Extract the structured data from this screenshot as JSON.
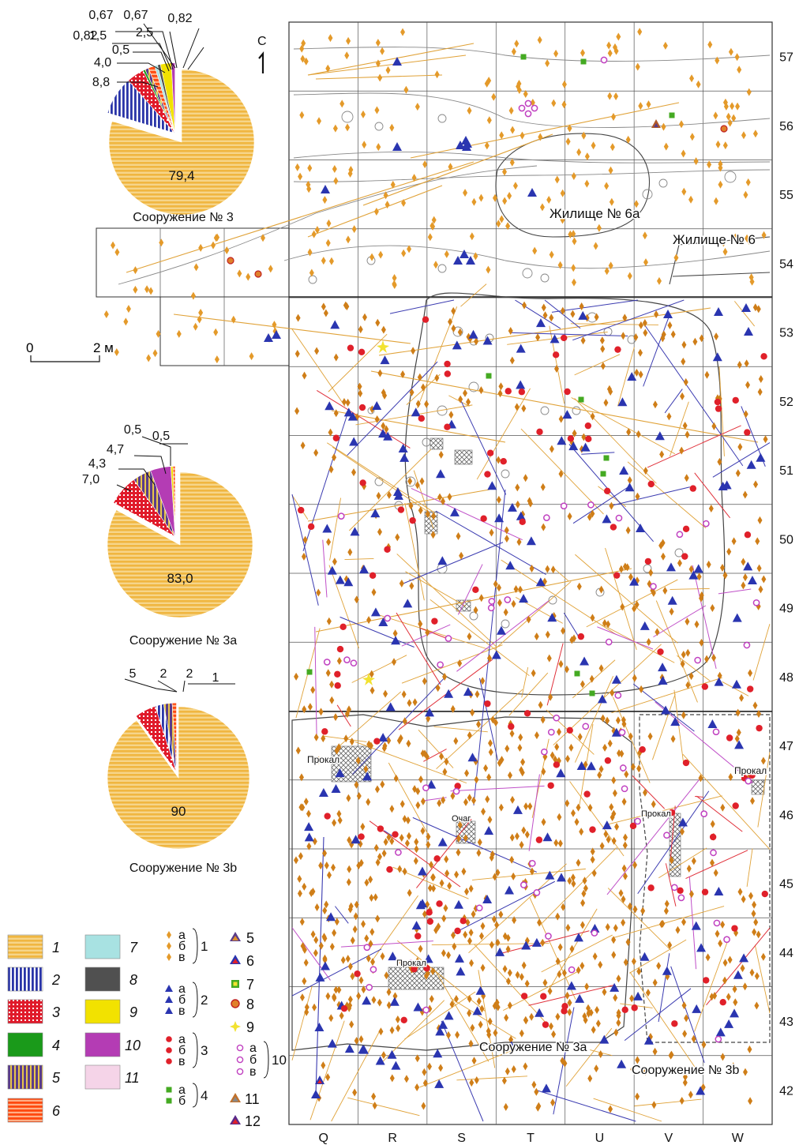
{
  "structures": [
    {
      "title": "Сооружение № 3",
      "center_label": "79,4",
      "slices": [
        {
          "label": "79,4",
          "value": 79.4,
          "color": "#f0b640",
          "pattern": "hlines-orange"
        },
        {
          "label": "8,8",
          "value": 8.8,
          "color": "#2a35a8",
          "pattern": "vlines-blue"
        },
        {
          "label": "4,0",
          "value": 4.0,
          "color": "#e01a2a",
          "pattern": "dots-red"
        },
        {
          "label": "0,5",
          "value": 0.5,
          "color": "#1a9a1a",
          "pattern": "solid-green"
        },
        {
          "label": "0,82",
          "value": 0.82,
          "color": "#6a4a8a",
          "pattern": "vlines-purple"
        },
        {
          "label": "1,5",
          "value": 1.5,
          "color": "#ff5a1a",
          "pattern": "hlines-red"
        },
        {
          "label": "0,67",
          "value": 0.67,
          "color": "#a8e2e2",
          "pattern": "solid-cyan"
        },
        {
          "label": "0,67",
          "value": 0.67,
          "color": "#505050",
          "pattern": "solid-dark"
        },
        {
          "label": "2,5",
          "value": 2.5,
          "color": "#f2e200",
          "pattern": "solid-yellow"
        },
        {
          "label": "0,82",
          "value": 0.82,
          "color": "#b43cb4",
          "pattern": "solid-magenta"
        }
      ]
    },
    {
      "title": "Сооружение № 3а",
      "center_label": "83,0",
      "slices": [
        {
          "label": "83,0",
          "value": 83.0,
          "color": "#f0b640",
          "pattern": "hlines-orange"
        },
        {
          "label": "7,0",
          "value": 7.0,
          "color": "#e01a2a",
          "pattern": "dots-red"
        },
        {
          "label": "4,3",
          "value": 4.3,
          "color": "#6a4a8a",
          "pattern": "vlines-purple"
        },
        {
          "label": "4,7",
          "value": 4.7,
          "color": "#b43cb4",
          "pattern": "solid-magenta"
        },
        {
          "label": "0,5",
          "value": 0.5,
          "color": "#f2e200",
          "pattern": "solid-yellow"
        },
        {
          "label": "0,5",
          "value": 0.5,
          "color": "#ff5a1a",
          "pattern": "hlines-red"
        }
      ]
    },
    {
      "title": "Сооружение № 3b",
      "center_label": "90",
      "slices": [
        {
          "label": "90",
          "value": 90,
          "color": "#f0b640",
          "pattern": "hlines-orange"
        },
        {
          "label": "5",
          "value": 5,
          "color": "#e01a2a",
          "pattern": "dots-red"
        },
        {
          "label": "2",
          "value": 2,
          "color": "#2a35a8",
          "pattern": "vlines-blue"
        },
        {
          "label": "2",
          "value": 2,
          "color": "#6a4a8a",
          "pattern": "vlines-purple"
        },
        {
          "label": "1",
          "value": 1,
          "color": "#ff5a1a",
          "pattern": "hlines-red"
        }
      ]
    }
  ],
  "map": {
    "north_label": "С",
    "scale": {
      "start": "0",
      "end": "2 м"
    },
    "columns": [
      "Q",
      "R",
      "S",
      "T",
      "U",
      "V",
      "W"
    ],
    "rows": [
      "57",
      "56",
      "55",
      "54",
      "53",
      "52",
      "51",
      "50",
      "49",
      "48",
      "47",
      "46",
      "45",
      "44",
      "43",
      "42"
    ],
    "labels": {
      "dwelling_6a": "Жилище № 6а",
      "dwelling_6": "Жилище № 6",
      "structure_3a": "Сооружение № 3а",
      "structure_3b": "Сооружение № 3b",
      "prokal": "Прокал",
      "ochag": "Очаг"
    }
  },
  "legend_swatches": [
    {
      "num": "1",
      "color": "#f0b640",
      "pattern": "hlines-orange"
    },
    {
      "num": "2",
      "color": "#2a35a8",
      "pattern": "vlines-blue"
    },
    {
      "num": "3",
      "color": "#e01a2a",
      "pattern": "dots-red"
    },
    {
      "num": "4",
      "color": "#1a9a1a",
      "pattern": "solid-green"
    },
    {
      "num": "5",
      "color": "#6a4a8a",
      "pattern": "vlines-purple"
    },
    {
      "num": "6",
      "color": "#ff5a1a",
      "pattern": "hlines-red"
    },
    {
      "num": "7",
      "color": "#a8e2e2",
      "pattern": "solid-cyan"
    },
    {
      "num": "8",
      "color": "#505050",
      "pattern": "solid-dark"
    },
    {
      "num": "9",
      "color": "#f2e200",
      "pattern": "solid-yellow"
    },
    {
      "num": "10",
      "color": "#b43cb4",
      "pattern": "solid-magenta"
    },
    {
      "num": "11",
      "color": "#f5d4e8",
      "pattern": "solid-pink"
    }
  ],
  "legend_symbols": [
    {
      "group": "1",
      "subs": [
        "а",
        "б",
        "в"
      ],
      "icon": "diamond-orange"
    },
    {
      "group": "2",
      "subs": [
        "а",
        "б",
        "в"
      ],
      "icon": "triangle-blue"
    },
    {
      "group": "3",
      "subs": [
        "а",
        "б",
        "в"
      ],
      "icon": "circle-red"
    },
    {
      "group": "4",
      "subs": [
        "а",
        "б"
      ],
      "icon": "square-green"
    },
    {
      "group": "5",
      "subs": [],
      "icon": "triangle-purple-orange"
    },
    {
      "group": "6",
      "subs": [],
      "icon": "triangle-blue-red"
    },
    {
      "group": "7",
      "subs": [],
      "icon": "square-green-yellow"
    },
    {
      "group": "8",
      "subs": [],
      "icon": "circle-orange-red"
    },
    {
      "group": "9",
      "subs": [],
      "icon": "star-yellow"
    },
    {
      "group": "10",
      "subs": [
        "а",
        "б",
        "в"
      ],
      "icon": "ring-magenta"
    },
    {
      "group": "11",
      "subs": [],
      "icon": "triangle-orange-grey"
    },
    {
      "group": "12",
      "subs": [],
      "icon": "triangle-purple-red"
    }
  ]
}
